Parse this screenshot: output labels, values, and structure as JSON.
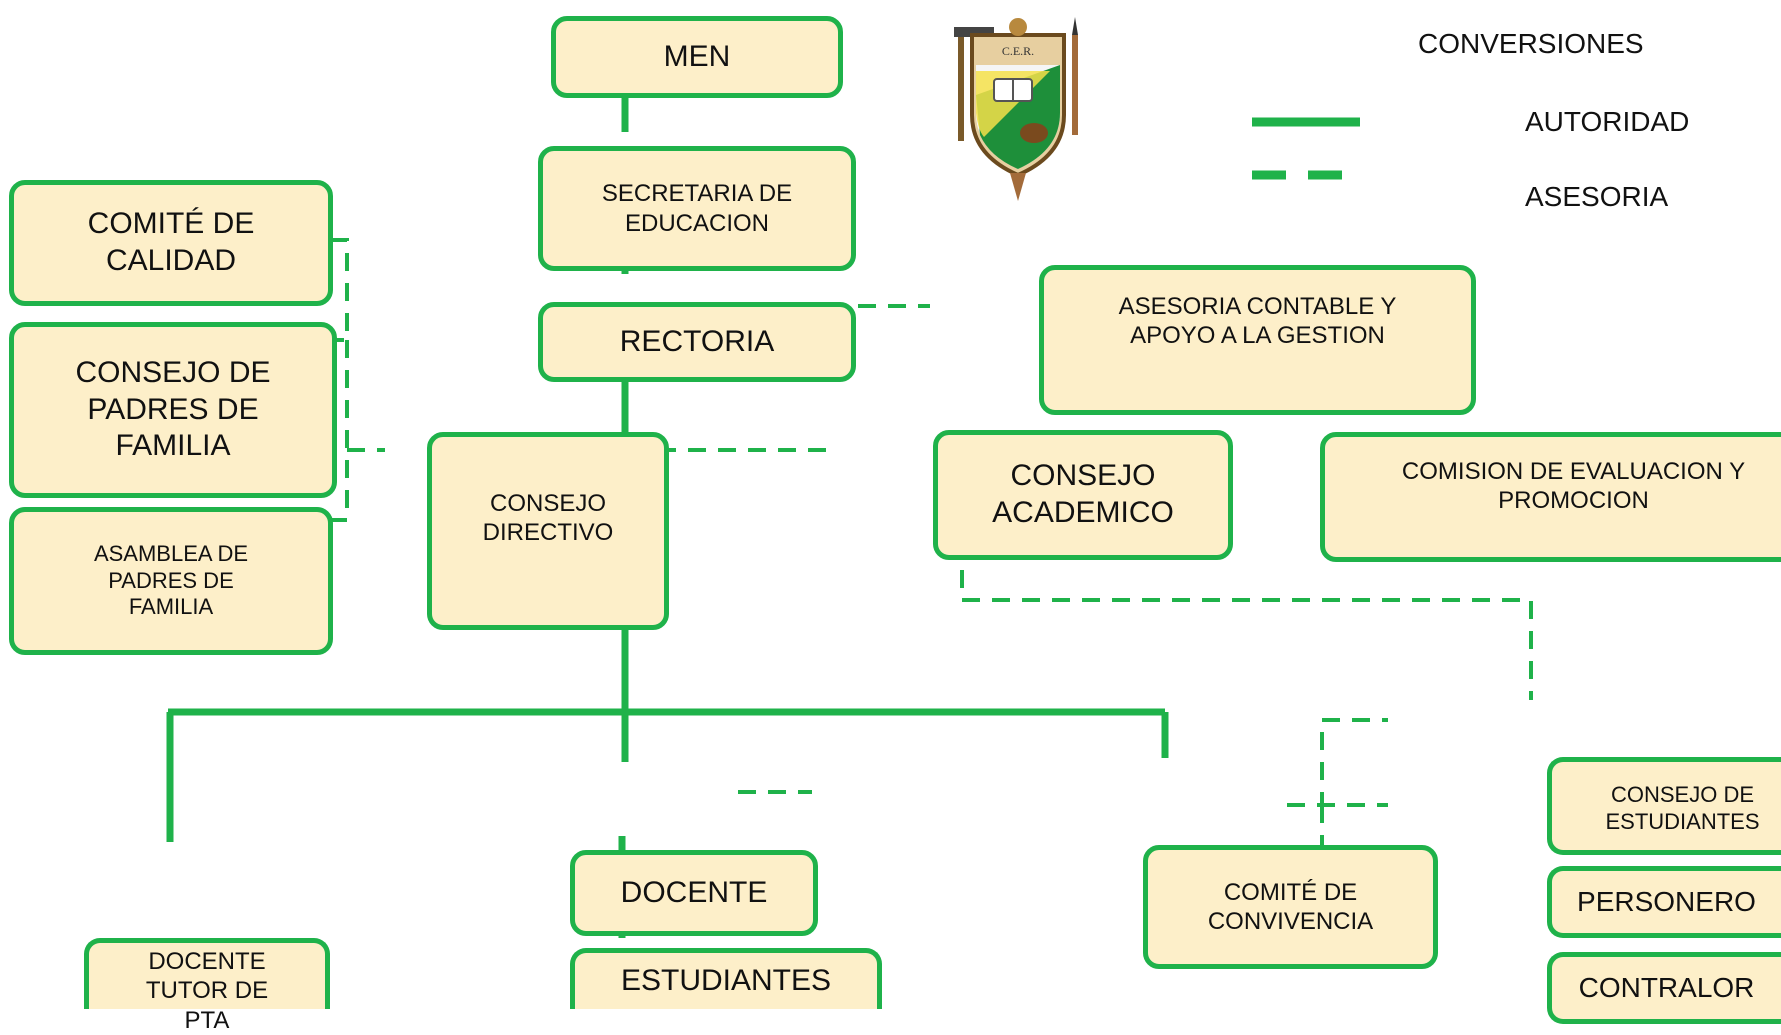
{
  "legend": {
    "title": "CONVERSIONES",
    "authority_label": "AUTORIDAD",
    "advisory_label": "ASESORIA"
  },
  "nodes": {
    "men": "MEN",
    "secretaria": "SECRETARIA DE\nEDUCACION",
    "rectoria": "RECTORIA",
    "asesoria_contable": "ASESORIA CONTABLE Y\nAPOYO A LA GESTION",
    "comite_calidad": "COMITÉ DE\nCALIDAD",
    "consejo_padres": "CONSEJO DE\nPADRES DE\nFAMILIA",
    "asamblea_padres": "ASAMBLEA DE\nPADRES DE\nFAMILIA",
    "consejo_directivo": "CONSEJO\nDIRECTIVO",
    "consejo_academico": "CONSEJO\nACADEMICO",
    "comision_evaluacion": "COMISION DE EVALUACION Y\nPROMOCION",
    "consejo_estudiantes": "CONSEJO DE ESTUDIANTES",
    "personero": "PERSONERO",
    "contralor": "CONTRALOR",
    "comite_convivencia": "COMITÉ DE\nCONVIVENCIA",
    "docente": "DOCENTE",
    "docente_tutor": "DOCENTE\nTUTOR DE\nPTA",
    "estudiantes": "ESTUDIANTES"
  },
  "colors": {
    "line": "#1fb24a",
    "box_fill": "#fdefc9",
    "box_border": "#1fb24a"
  },
  "logo": {
    "icon": "school-crest-logo",
    "text": "C.E.R."
  }
}
